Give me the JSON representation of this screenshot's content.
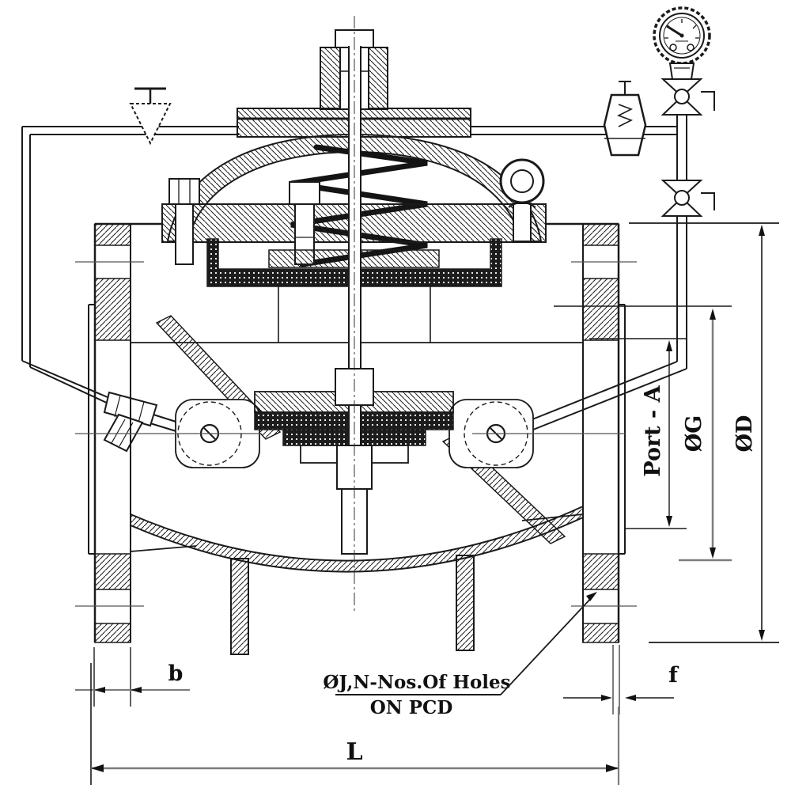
{
  "drawing": {
    "labels": {
      "port": "Port - A",
      "seat_diameter": "ØG",
      "body_diameter": "ØD",
      "flange_thickness": "b",
      "raised_face": "f",
      "face_to_face": "L",
      "holes_note_line1": "ØJ,N-Nos.Of Holes",
      "holes_note_line2": "ON PCD"
    },
    "colors": {
      "line": "#1a1a1a",
      "dim_gray": "#7d7d7d",
      "background": "#ffffff"
    }
  }
}
